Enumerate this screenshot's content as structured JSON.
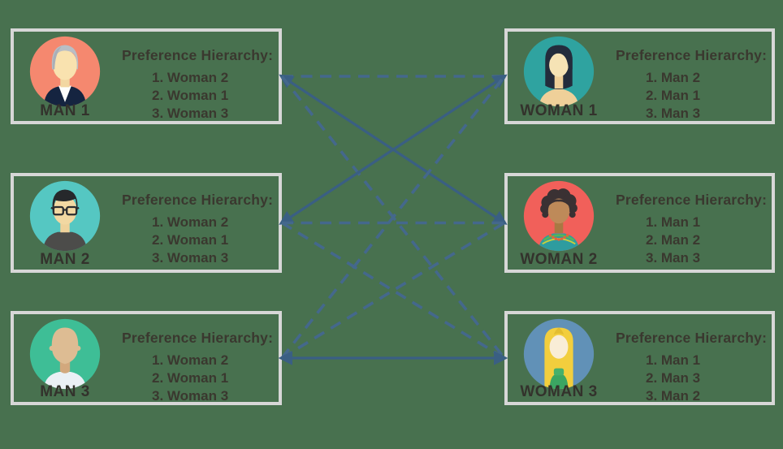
{
  "diagram": {
    "background_color": "#48714F",
    "box_border_color": "#D7D7D7",
    "text_color": "#33322C",
    "connector_color": "#3E6486",
    "connector_solid_color": "#3A5F83",
    "connector_dashed_color": "#44688C"
  },
  "men": [
    {
      "id": "man-1",
      "label": "MAN 1",
      "avatar_icon": "man-gray-hair-suit-icon",
      "avatar_bg": "#F5886F",
      "pref_title": "Preference Hierarchy:",
      "preferences": [
        "1. Woman 2",
        "2. Woman 1",
        "3. Woman 3"
      ]
    },
    {
      "id": "man-2",
      "label": "MAN 2",
      "avatar_icon": "man-black-hair-glasses-icon",
      "avatar_bg": "#55C7C2",
      "pref_title": "Preference Hierarchy:",
      "preferences": [
        "1. Woman 2",
        "2. Woman 1",
        "3. Woman 3"
      ]
    },
    {
      "id": "man-3",
      "label": "MAN 3",
      "avatar_icon": "man-bald-icon",
      "avatar_bg": "#3EBE96",
      "pref_title": "Preference Hierarchy:",
      "preferences": [
        "1. Woman 2",
        "2. Woman 1",
        "3. Woman 3"
      ]
    }
  ],
  "women": [
    {
      "id": "woman-1",
      "label": "WOMAN 1",
      "avatar_icon": "woman-dark-bob-icon",
      "avatar_bg": "#2FA3A0",
      "pref_title": "Preference Hierarchy:",
      "preferences": [
        "1. Man 2",
        "2. Man 1",
        "3. Man 3"
      ]
    },
    {
      "id": "woman-2",
      "label": "WOMAN 2",
      "avatar_icon": "woman-curly-hair-icon",
      "avatar_bg": "#F1605A",
      "pref_title": "Preference Hierarchy:",
      "preferences": [
        "1. Man 1",
        "2. Man 2",
        "3. Man 3"
      ]
    },
    {
      "id": "woman-3",
      "label": "WOMAN 3",
      "avatar_icon": "woman-blonde-hair-icon",
      "avatar_bg": "#6191B7",
      "pref_title": "Preference Hierarchy:",
      "preferences": [
        "1. Man 1",
        "2. Man 3",
        "3. Man 2"
      ]
    }
  ],
  "edges": [
    {
      "from": "man-1",
      "to": "woman-1",
      "style": "dashed"
    },
    {
      "from": "man-1",
      "to": "woman-2",
      "style": "solid"
    },
    {
      "from": "man-1",
      "to": "woman-3",
      "style": "dashed"
    },
    {
      "from": "man-2",
      "to": "woman-1",
      "style": "solid"
    },
    {
      "from": "man-2",
      "to": "woman-2",
      "style": "dashed"
    },
    {
      "from": "man-2",
      "to": "woman-3",
      "style": "dashed"
    },
    {
      "from": "man-3",
      "to": "woman-1",
      "style": "dashed"
    },
    {
      "from": "man-3",
      "to": "woman-2",
      "style": "dashed"
    },
    {
      "from": "man-3",
      "to": "woman-3",
      "style": "solid"
    }
  ]
}
